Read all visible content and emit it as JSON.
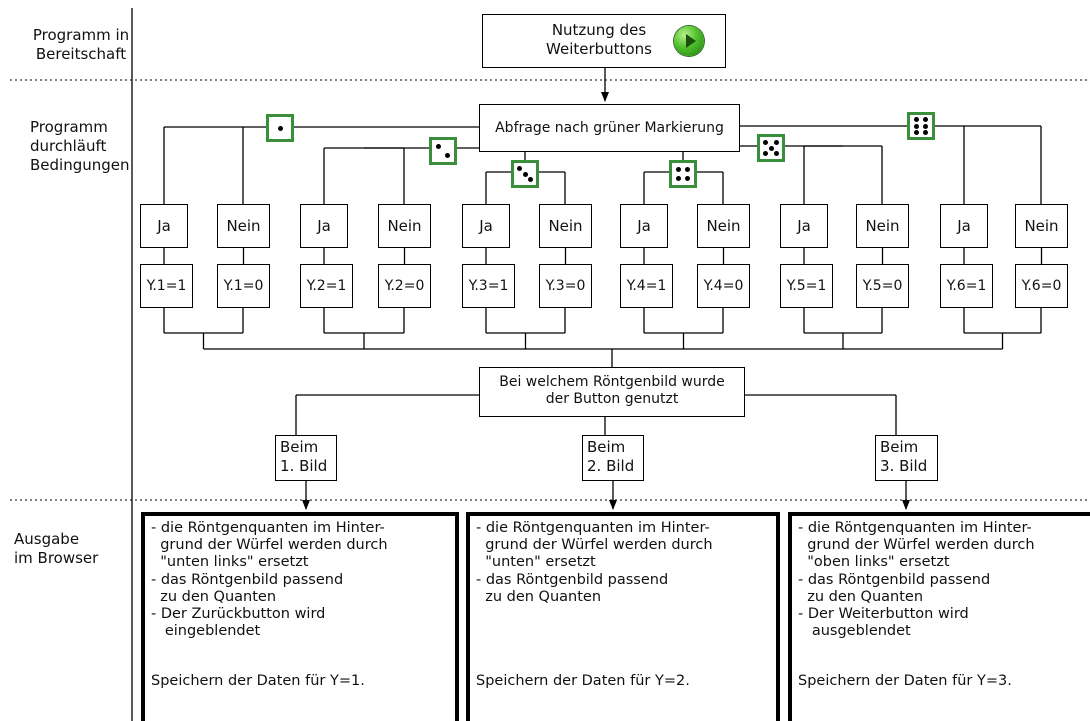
{
  "lanes": {
    "standby": [
      "Programm in",
      "Bereitschaft"
    ],
    "conditions": [
      "Programm",
      "durchläuft",
      "Bedingungen"
    ],
    "output": [
      "Ausgabe",
      "im Browser"
    ]
  },
  "start_box": [
    "Nutzung des",
    "Weiterbuttons"
  ],
  "query_box": "Abfrage nach grüner Markierung",
  "branches": [
    {
      "yes": "Ja",
      "no": "Nein",
      "y_yes": "Y.1=1",
      "y_no": "Y.1=0"
    },
    {
      "yes": "Ja",
      "no": "Nein",
      "y_yes": "Y.2=1",
      "y_no": "Y.2=0"
    },
    {
      "yes": "Ja",
      "no": "Nein",
      "y_yes": "Y.3=1",
      "y_no": "Y.3=0"
    },
    {
      "yes": "Ja",
      "no": "Nein",
      "y_yes": "Y.4=1",
      "y_no": "Y.4=0"
    },
    {
      "yes": "Ja",
      "no": "Nein",
      "y_yes": "Y.5=1",
      "y_no": "Y.5=0"
    },
    {
      "yes": "Ja",
      "no": "Nein",
      "y_yes": "Y.6=1",
      "y_no": "Y.6=0"
    }
  ],
  "xray_question": [
    "Bei welchem Röntgenbild wurde",
    "der Button genutzt"
  ],
  "images": [
    [
      "Beim",
      "1. Bild"
    ],
    [
      "Beim",
      "2. Bild"
    ],
    [
      "Beim",
      "3. Bild"
    ]
  ],
  "outputs": [
    {
      "lines": [
        "- die Röntgenquanten im Hinter-",
        "  grund der Würfel werden durch",
        "  \"unten links\" ersetzt",
        "- das Röntgenbild passend",
        "  zu den Quanten",
        "- Der Zurückbutton wird",
        "   eingeblendet",
        "",
        "Speichern der Daten für Y=1."
      ]
    },
    {
      "lines": [
        "- die Röntgenquanten im Hinter-",
        "  grund der Würfel werden durch",
        "  \"unten\" ersetzt",
        "- das Röntgenbild passend",
        "  zu den Quanten",
        "",
        "",
        "",
        "Speichern der Daten für Y=2."
      ]
    },
    {
      "lines": [
        "- die Röntgenquanten im Hinter-",
        "  grund der Würfel werden durch",
        "  \"oben links\" ersetzt",
        "- das Röntgenbild passend",
        "  zu den Quanten",
        "- Der Weiterbutton wird",
        "   ausgeblendet",
        "",
        "Speichern der Daten für Y=3."
      ]
    }
  ],
  "icons": {
    "start": "green-play-button-icon",
    "dice": [
      "dice-1-icon",
      "dice-2-icon",
      "dice-3-icon",
      "dice-4-icon",
      "dice-5-icon",
      "dice-6-icon"
    ]
  },
  "colors": {
    "dice_border": "#3a8f3a",
    "play_button": "#4fbf2a",
    "line": "#000000"
  }
}
